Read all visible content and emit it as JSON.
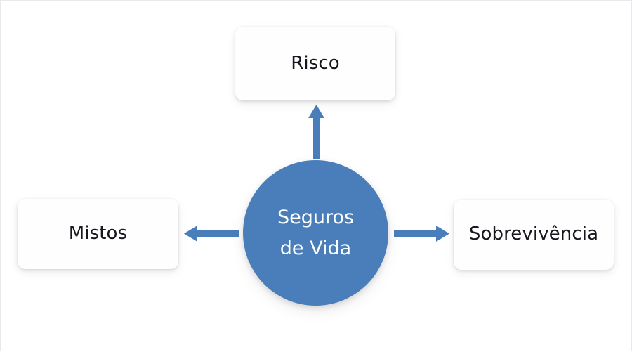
{
  "diagram": {
    "title": "Seguros de Vida",
    "type": "hub-and-spoke",
    "center": {
      "name": "center-node",
      "lines": [
        "Seguros",
        "de Vida"
      ],
      "shape": "circle",
      "fill_color": "#4a7ebb",
      "text_color": "#ffffff"
    },
    "nodes": [
      {
        "id": "risco",
        "label": "Risco",
        "position": "top",
        "shape": "rounded-rectangle",
        "fill_color": "#fefeff",
        "text_color": "#16161d"
      },
      {
        "id": "mistos",
        "label": "Mistos",
        "position": "left",
        "shape": "rounded-rectangle",
        "fill_color": "#fefeff",
        "text_color": "#16161d"
      },
      {
        "id": "sobrevivencia",
        "label": "Sobrevivência",
        "position": "right",
        "shape": "rounded-rectangle",
        "fill_color": "#fefeff",
        "text_color": "#16161d"
      }
    ],
    "connectors": [
      {
        "id": "arrow-up",
        "name": "arrow-up-icon",
        "from": "center-node",
        "to": "risco",
        "direction": "up",
        "color": "#4a7ebb"
      },
      {
        "id": "arrow-left",
        "name": "arrow-left-icon",
        "from": "center-node",
        "to": "mistos",
        "direction": "left",
        "color": "#4a7ebb"
      },
      {
        "id": "arrow-right",
        "name": "arrow-right-icon",
        "from": "center-node",
        "to": "sobrevivencia",
        "direction": "right",
        "color": "#4a7ebb"
      }
    ],
    "background_color": "#ffffff"
  }
}
